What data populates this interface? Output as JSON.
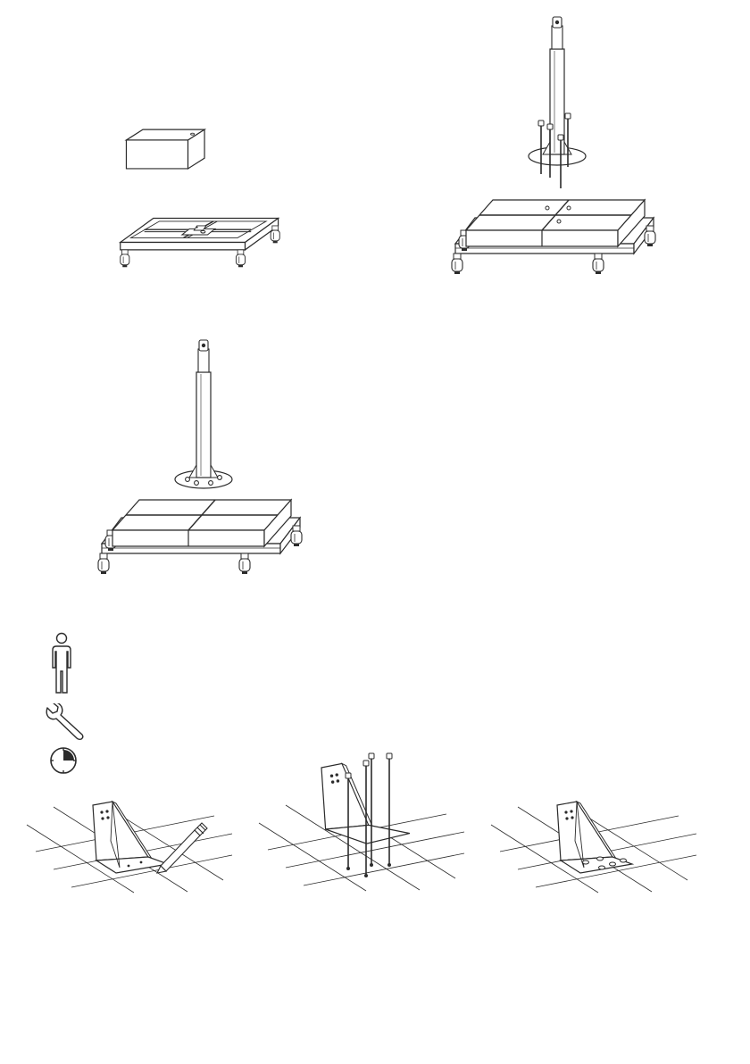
{
  "page": {
    "illustrations": [
      "base-frame-with-weight-slab",
      "base-with-pole-and-bolts",
      "base-with-pole-assembled",
      "bracket-marking",
      "bracket-anchor-bolts",
      "bracket-mounted"
    ]
  },
  "requirements": {
    "persons": {
      "icon": "person-icon",
      "count": 1
    },
    "tools": {
      "icon": "wrench-icon"
    },
    "time": {
      "icon": "clock-icon",
      "fraction": 0.25
    }
  },
  "colors": {
    "line": "#2b2b2b",
    "fill": "#ffffff",
    "shade": "#9a9a9a"
  }
}
